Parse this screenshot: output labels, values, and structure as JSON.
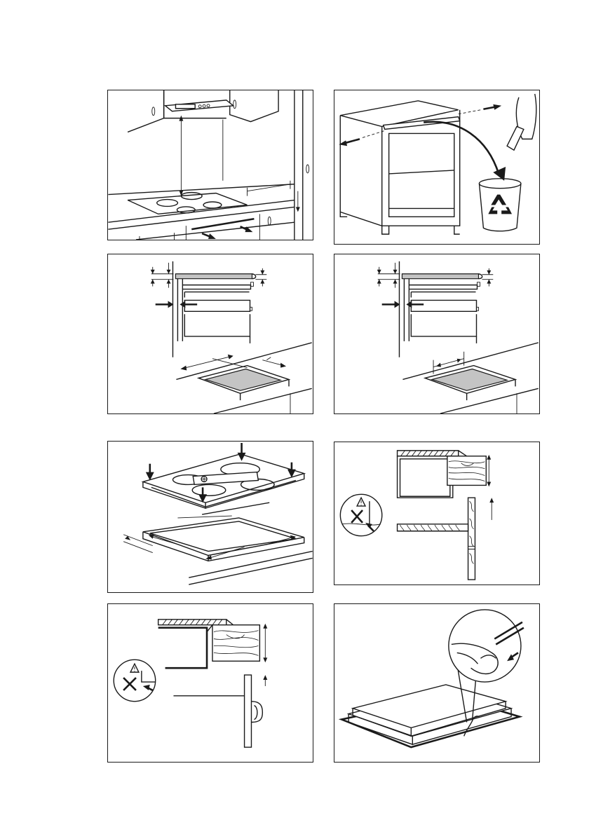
{
  "page": {
    "background": "#ffffff",
    "line_color": "#1a1a1a",
    "shade_color": "#c4c4c4"
  },
  "figures": [
    {
      "id": "fig-1",
      "icon": "hob-under-hood-clearance-illustration"
    },
    {
      "id": "fig-2",
      "icon": "remove-cabinet-rail-recycle-illustration"
    },
    {
      "id": "fig-3",
      "icon": "cutout-dimensions-cabinet-illustration"
    },
    {
      "id": "fig-4",
      "icon": "cutout-dimensions-oven-illustration"
    },
    {
      "id": "fig-5",
      "icon": "insert-hob-into-cutout-illustration"
    },
    {
      "id": "fig-6",
      "icon": "drawer-clearance-warning-illustration"
    },
    {
      "id": "fig-7",
      "icon": "door-clearance-warning-illustration"
    },
    {
      "id": "fig-8",
      "icon": "seal-strip-application-illustration"
    }
  ],
  "warning_icon": "warning-triangle-icon",
  "recycle_icon": "recycle-symbol-icon"
}
